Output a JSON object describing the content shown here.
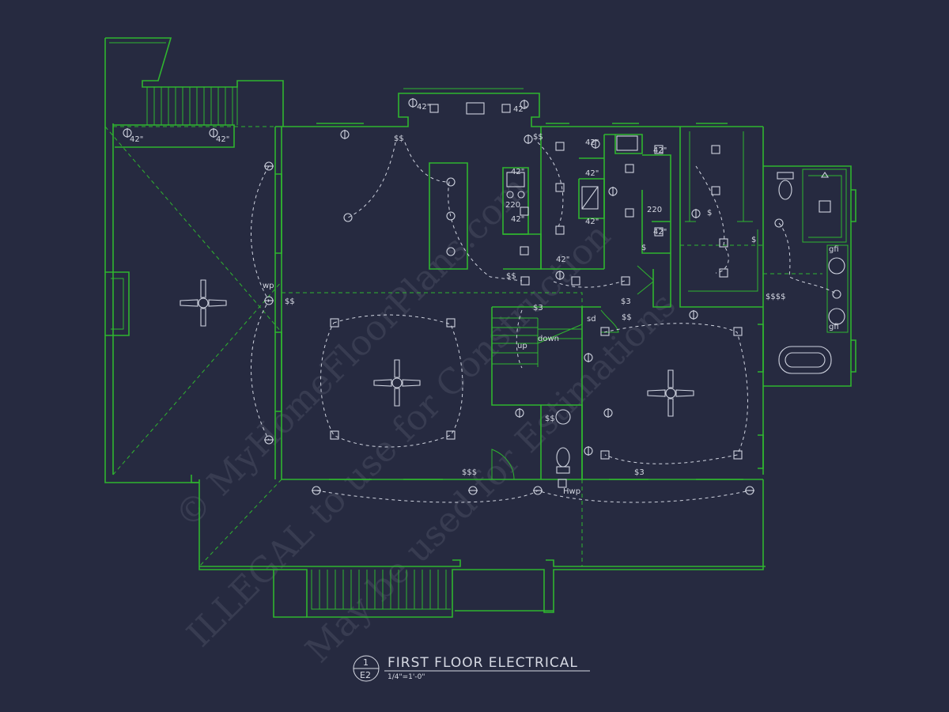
{
  "drawing": {
    "number": "1",
    "sheet": "E2",
    "title": "FIRST FLOOR ELECTRICAL",
    "scale": "1/4\"=1'-0\""
  },
  "watermark": {
    "line1": "© MyHomeFloorPlans.com",
    "line2": "ILLEGAL to use for Construction",
    "line3": "May be used for Estimations"
  },
  "labels": {
    "h42": "42\"",
    "v220": "220",
    "wp": "wp",
    "hwp": "Hwp",
    "gfi": "gfi",
    "sd": "sd",
    "up": "up",
    "down": "down",
    "sw_s": "$",
    "sw_ss": "$$",
    "sw_s3": "$3",
    "sw_sss": "$$$",
    "sw_ssss": "$$$$",
    "sub3": "3"
  },
  "colors": {
    "background": "#262a40",
    "walls": "#2fb52f",
    "fixtures": "#cfd3df"
  }
}
